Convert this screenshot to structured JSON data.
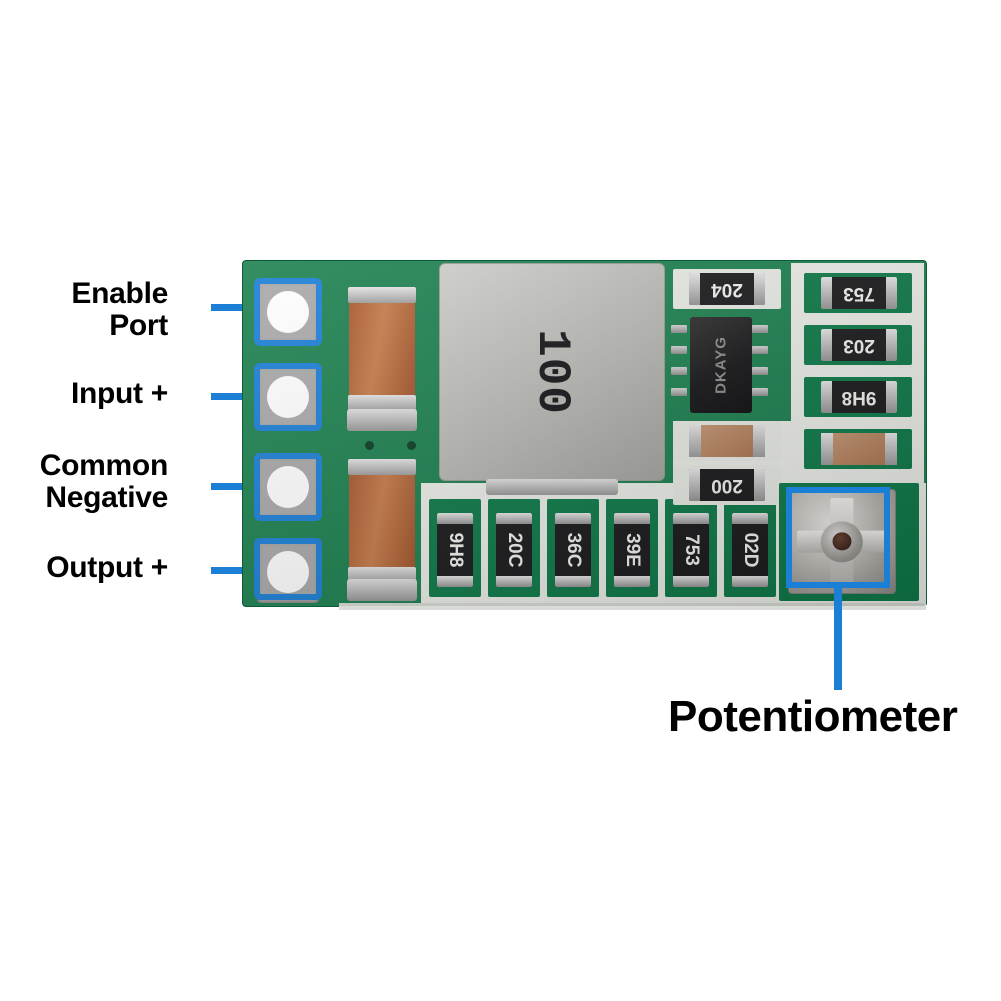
{
  "image": {
    "subject": "DC-DC buck converter step-down power module PCB",
    "background_color": "#ffffff",
    "callout_color": "#1b7fd6",
    "pcb_color": "#1d8150",
    "silkscreen_color": "#eceee9"
  },
  "callouts": [
    {
      "id": "enable-port",
      "label": "Enable\nPort",
      "font_size": 30,
      "target": "pad-1"
    },
    {
      "id": "input-positive",
      "label": "Input +",
      "font_size": 30,
      "target": "pad-2"
    },
    {
      "id": "common-negative",
      "label": "Common\nNegative",
      "font_size": 30,
      "target": "pad-3"
    },
    {
      "id": "output-positive",
      "label": "Output +",
      "font_size": 30,
      "target": "pad-4"
    },
    {
      "id": "potentiometer",
      "label": "Potentiometer",
      "font_size": 44,
      "target": "trimpot"
    }
  ],
  "board": {
    "pads": [
      {
        "name": "enable-port-pad",
        "order": 1
      },
      {
        "name": "input-positive-pad",
        "order": 2
      },
      {
        "name": "common-negative-pad",
        "order": 3
      },
      {
        "name": "output-positive-pad",
        "order": 4
      }
    ],
    "inductor": {
      "marking": "100"
    },
    "ic": {
      "marking": "DKAYG"
    },
    "capacitors": [
      {
        "name": "input-mlcc",
        "color": "#b4683b"
      },
      {
        "name": "output-mlcc",
        "color": "#b4683b"
      },
      {
        "name": "smd-cap-mid",
        "color": "#b8805c"
      },
      {
        "name": "smd-cap-right",
        "color": "#c79a74"
      }
    ],
    "resistors_bottom_row": [
      {
        "code": "9H8"
      },
      {
        "code": "20C"
      },
      {
        "code": "36C"
      },
      {
        "code": "39E"
      },
      {
        "code": "753"
      },
      {
        "code": "02D"
      }
    ],
    "resistors_middle_column": [
      {
        "code": "204"
      },
      {
        "code": "200"
      }
    ],
    "resistors_right_column": [
      {
        "code": "753"
      },
      {
        "code": "203"
      },
      {
        "code": "9H8"
      }
    ],
    "potentiometer": {
      "name": "trimpot",
      "type": "cross-head-trimmer"
    }
  }
}
